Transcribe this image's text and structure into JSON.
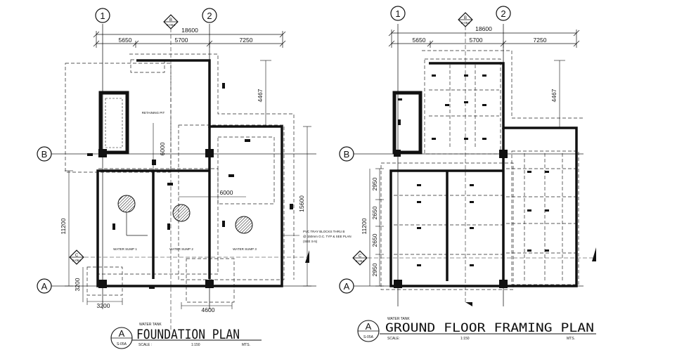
{
  "grid": {
    "col_1": "1",
    "col_2": "2",
    "row_b": "B",
    "row_a": "A"
  },
  "section_marker": {
    "top_letter": "B",
    "top_ref": "S-06A",
    "side_letter": "C",
    "side_ref": "S-06A"
  },
  "dims": {
    "overall": "18600",
    "seg_1": "5650",
    "seg_2": "5700",
    "seg_3": "7250",
    "upper_offset": "4467",
    "left_total": "11200",
    "left_bottom": "3200",
    "bottom_left": "3200",
    "bottom_right": "4600",
    "right_total": "15600",
    "inner_v": "6000",
    "inner_h": "6000",
    "bays": [
      "2950",
      "2650",
      "2650",
      "2950"
    ]
  },
  "foundation": {
    "project": "WATER TANK",
    "callout_letter": "A",
    "callout_ref": "S-05A",
    "title": "FOUNDATION PLAN",
    "scale_label": "SCALE :",
    "scale_value": "1:150",
    "units": "MTS.",
    "note_lines": [
      "PVC TRAY BLOCKS THRU B",
      "@ 150mm O.C. TYP & SEE PLAN",
      "(SEE S-5)"
    ],
    "room_labels": [
      "RETAINING PIT",
      "WATER SUMP 1",
      "WATER SUMP 2",
      "WATER SUMP 3"
    ]
  },
  "framing": {
    "project": "WATER TANK",
    "callout_letter": "A",
    "callout_ref": "S-05A",
    "title": "GROUND FLOOR FRAMING PLAN",
    "scale_label": "SCALE:",
    "scale_value": "1:150",
    "units": "MTS."
  }
}
